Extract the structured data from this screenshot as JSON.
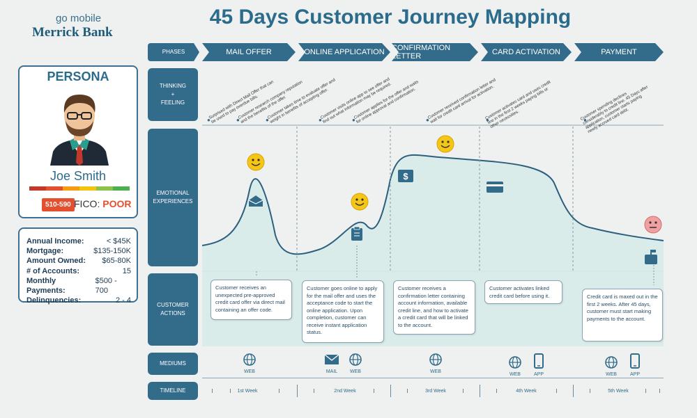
{
  "brand": {
    "top": "go mobile",
    "name": "Merrick Bank"
  },
  "title": "45 Days Customer Journey Mapping",
  "persona": {
    "title": "PERSONA",
    "name": "Joe Smith",
    "fico_range": "510-590",
    "fico_label": "FICO:",
    "fico_value": "POOR",
    "colors": [
      "#c0392b",
      "#e4502f",
      "#f39c12",
      "#f1c40f",
      "#8bc34a",
      "#4caf50"
    ]
  },
  "stats": [
    {
      "k": "Annual Income:",
      "v": "< $45K"
    },
    {
      "k": "Mortgage:",
      "v": "$135-150K"
    },
    {
      "k": "Amount Owned:",
      "v": "$65-80K"
    },
    {
      "k": "# of Accounts:",
      "v": "15"
    },
    {
      "k": "Monthly Payments:",
      "v": "$500 - 700"
    },
    {
      "k": "Delinquencies:",
      "v": "2 - 4"
    }
  ],
  "rows": {
    "phases": "PHASES",
    "thinking": "THINKING\n+\nFEELING",
    "emotional": "EMOTIONAL\nEXPERIENCES",
    "actions": "CUSTOMER\nACTIONS",
    "mediums": "MEDIUMS",
    "timeline": "TIMELINE"
  },
  "phases": [
    "MAIL OFFER",
    "ONLINE APPLICATION",
    "CONFIRMATION LETTER",
    "CARD ACTIVATION",
    "PAYMENT"
  ],
  "thoughts": [
    "Surprised with Direct Mail Offer that can\nbe used to pay overdue bills.",
    "Customer research company reputation\nand the benefits of the offer.",
    "Customer takes time to evaluate offer and\nweight in benefits of accepting offer.",
    "Customer visits online app to see offer and\nfind out what information may be required.",
    "Customer applies for the offer and waits\nfor online approval and confirmation.",
    "Customer received confirmation letter and\nwait for credit card arrival for activation.",
    "Customer activates card and uses credit\nline in the first 2 weeks paying bills or\nother necessities.",
    "Customer spending declines\nconsiderably to credit line. 45 Days after\napplication, customer starts paying\nnewly accrued card debt."
  ],
  "actions": [
    "Customer receives an unexpected pre-approved credit card offer via direct mail containing an offer code.",
    "Customer goes online to apply for the mail offer and uses the acceptance code to start the online application. Upon completion, customer can receive instant application status.",
    "Customer receives a confirmation letter containing account information, available credit line, and how to activate a credit card that will be linked to the account.",
    "Customer activates linked credit card before using it.",
    "Credit card is maxed out in the first 2 weeks.  After 45 days, customer must start making payments to the account."
  ],
  "mediums": {
    "web": "WEB",
    "mail": "MAIL",
    "app": "APP"
  },
  "weeks": [
    "1st Week",
    "2nd Week",
    "3rd Week",
    "4th Week",
    "5th Week"
  ],
  "icons": [
    "happy-face-icon",
    "sad-face-icon",
    "envelope-icon",
    "clipboard-icon",
    "dollar-icon",
    "credit-card-icon",
    "mailbox-icon",
    "globe-icon",
    "mail-icon",
    "phone-icon",
    "thought-bubble-icon"
  ],
  "colors": {
    "primary": "#336b8b",
    "fill": "#d6ebe8",
    "smile": "#f5c518",
    "sad": "#f0a0a0",
    "poor": "#e4502f"
  }
}
